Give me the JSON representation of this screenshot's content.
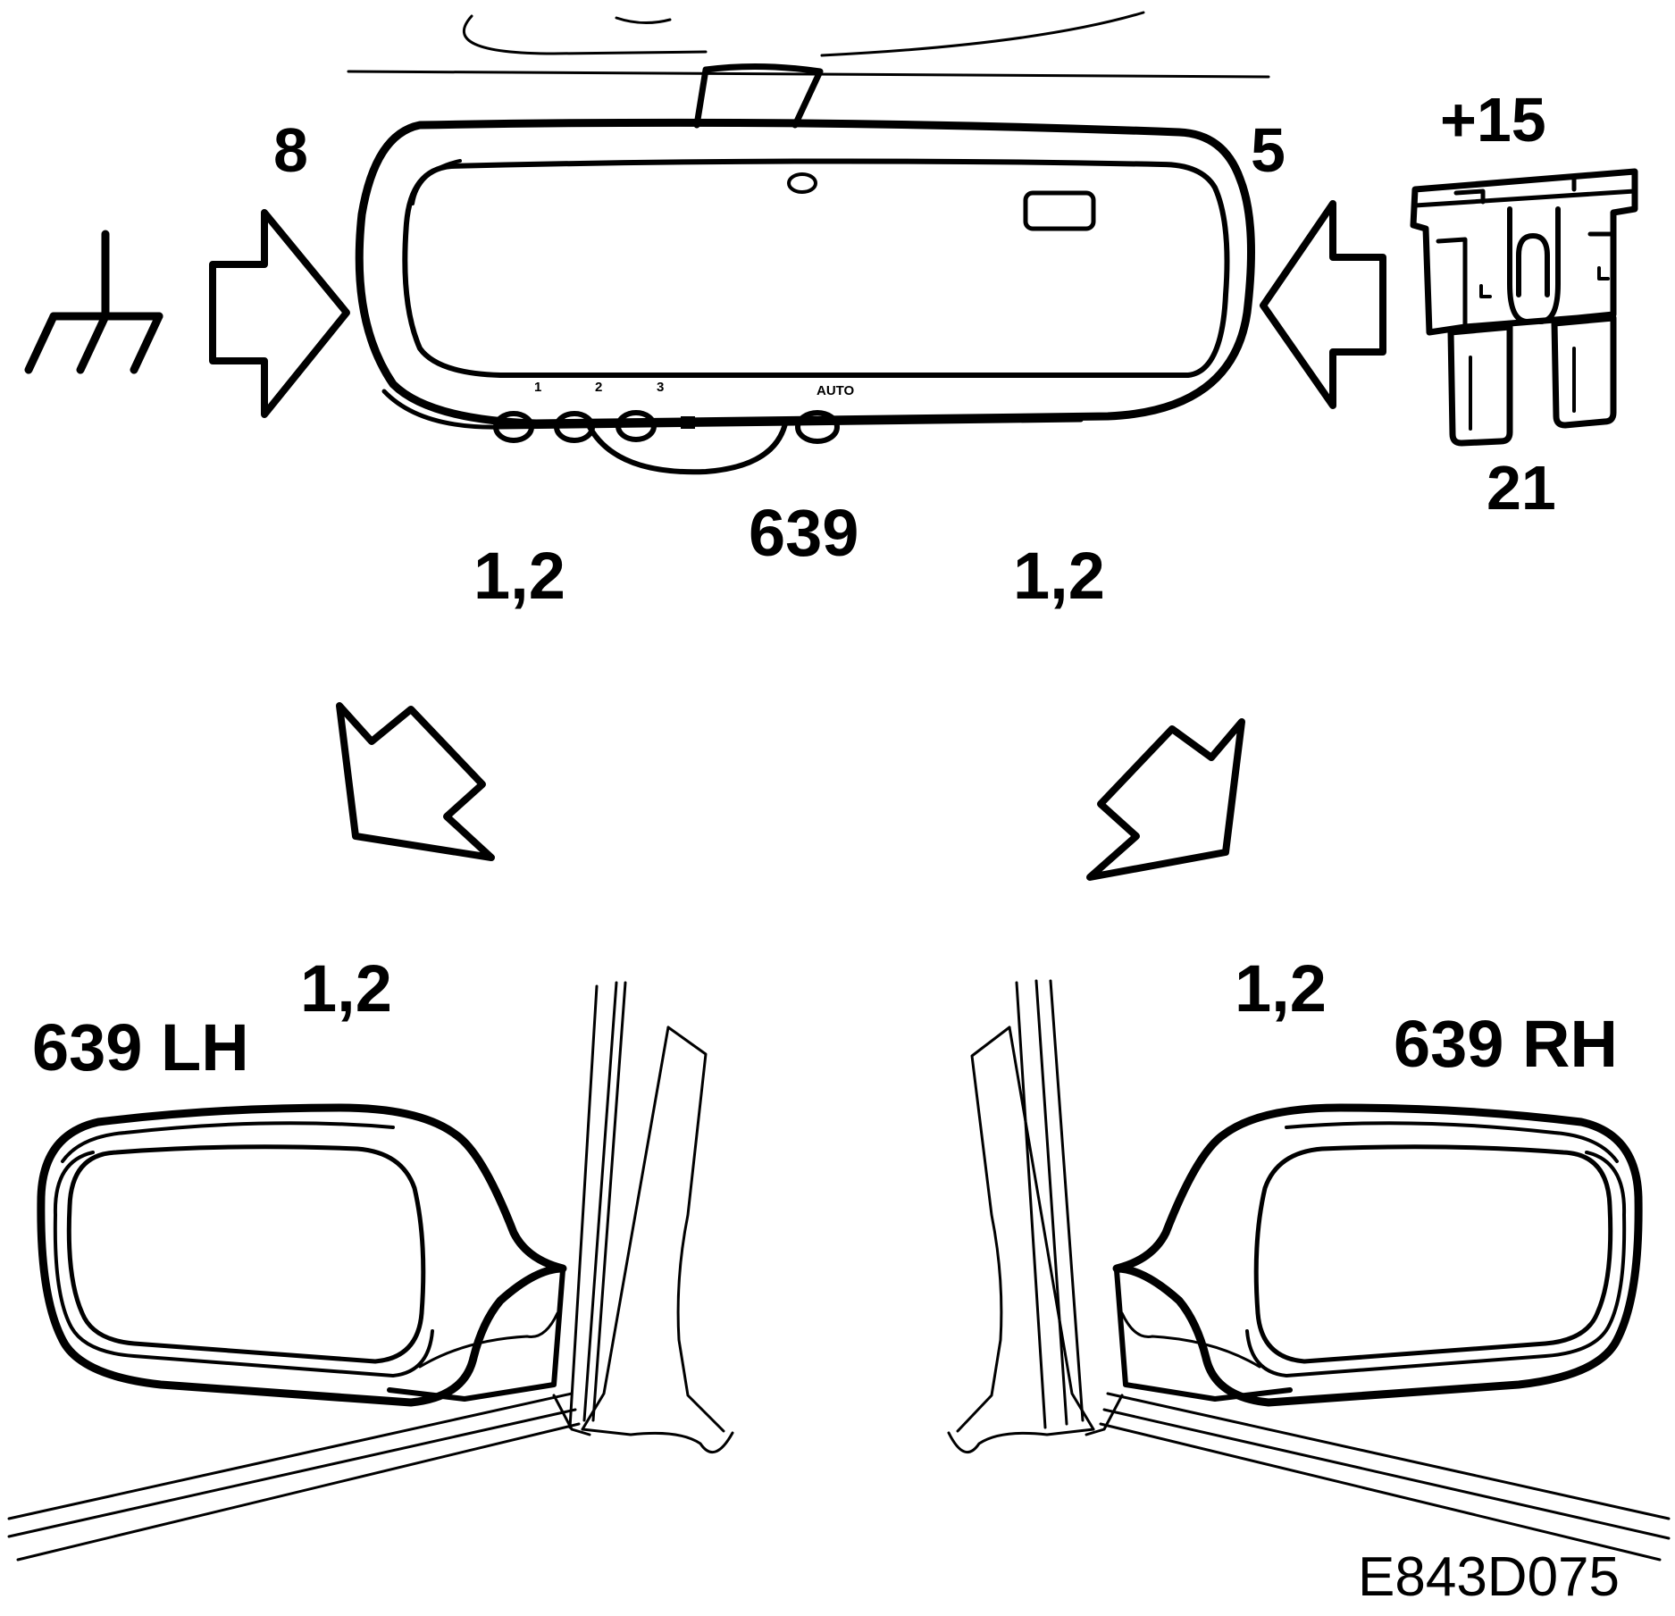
{
  "labels": {
    "ground_pin": "8",
    "power_pin": "5",
    "supply": "+15",
    "fuse": "21",
    "mirror_inner": "639",
    "conn_left": "1,2",
    "conn_right": "1,2",
    "conn_lh": "1,2",
    "conn_rh": "1,2",
    "mirror_lh": "639 LH",
    "mirror_rh": "639 RH",
    "figure_code": "E843D075"
  },
  "buttons": {
    "b1": "1",
    "b2": "2",
    "b3": "3",
    "auto": "AUTO"
  },
  "colors": {
    "glass": "#b5a9a6",
    "line": "#000000",
    "background": "#ffffff"
  },
  "icons": [
    "ground-symbol-icon",
    "fuse-icon"
  ]
}
